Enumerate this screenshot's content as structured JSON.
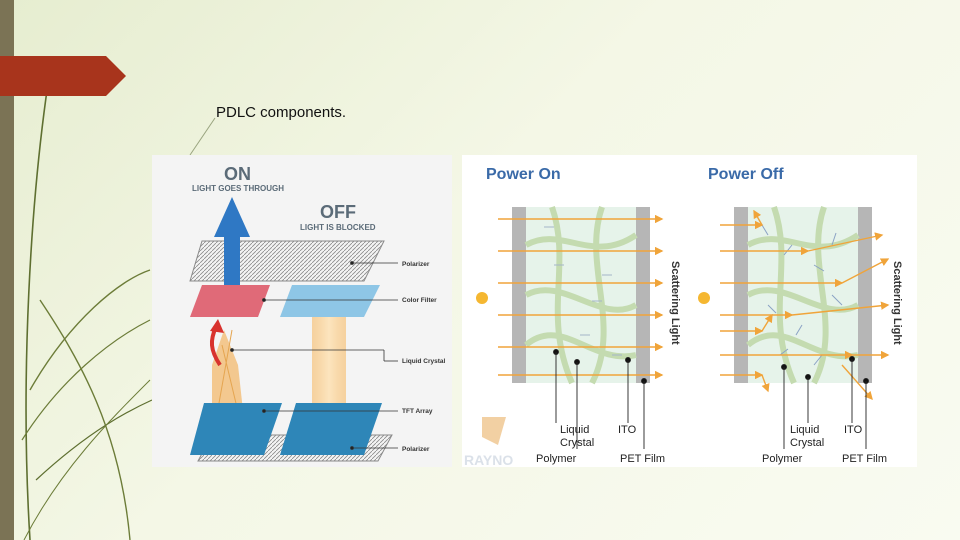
{
  "slide": {
    "caption": "PDLC components."
  },
  "lcd": {
    "on_title": "ON",
    "on_sub": "LIGHT GOES THROUGH",
    "off_title": "OFF",
    "off_sub": "LIGHT IS BLOCKED",
    "labels": [
      "Polarizer",
      "Color Filter",
      "Liquid Crystal",
      "TFT Array",
      "Polarizer"
    ]
  },
  "pdlc": {
    "power_on": "Power On",
    "power_off": "Power Off",
    "scattering_light": "Scattering Light",
    "labels": {
      "liquid_crystal_1": "Liquid",
      "liquid_crystal_2": "Crystal",
      "ito": "ITO",
      "polymer": "Polymer",
      "pet_film": "PET Film"
    },
    "watermark": "RAYNO"
  },
  "colors": {
    "accent_tab": "#a8341c",
    "left_bar": "#7b7355",
    "arrow": "#f0a43a",
    "glass": "#dcecd0"
  }
}
